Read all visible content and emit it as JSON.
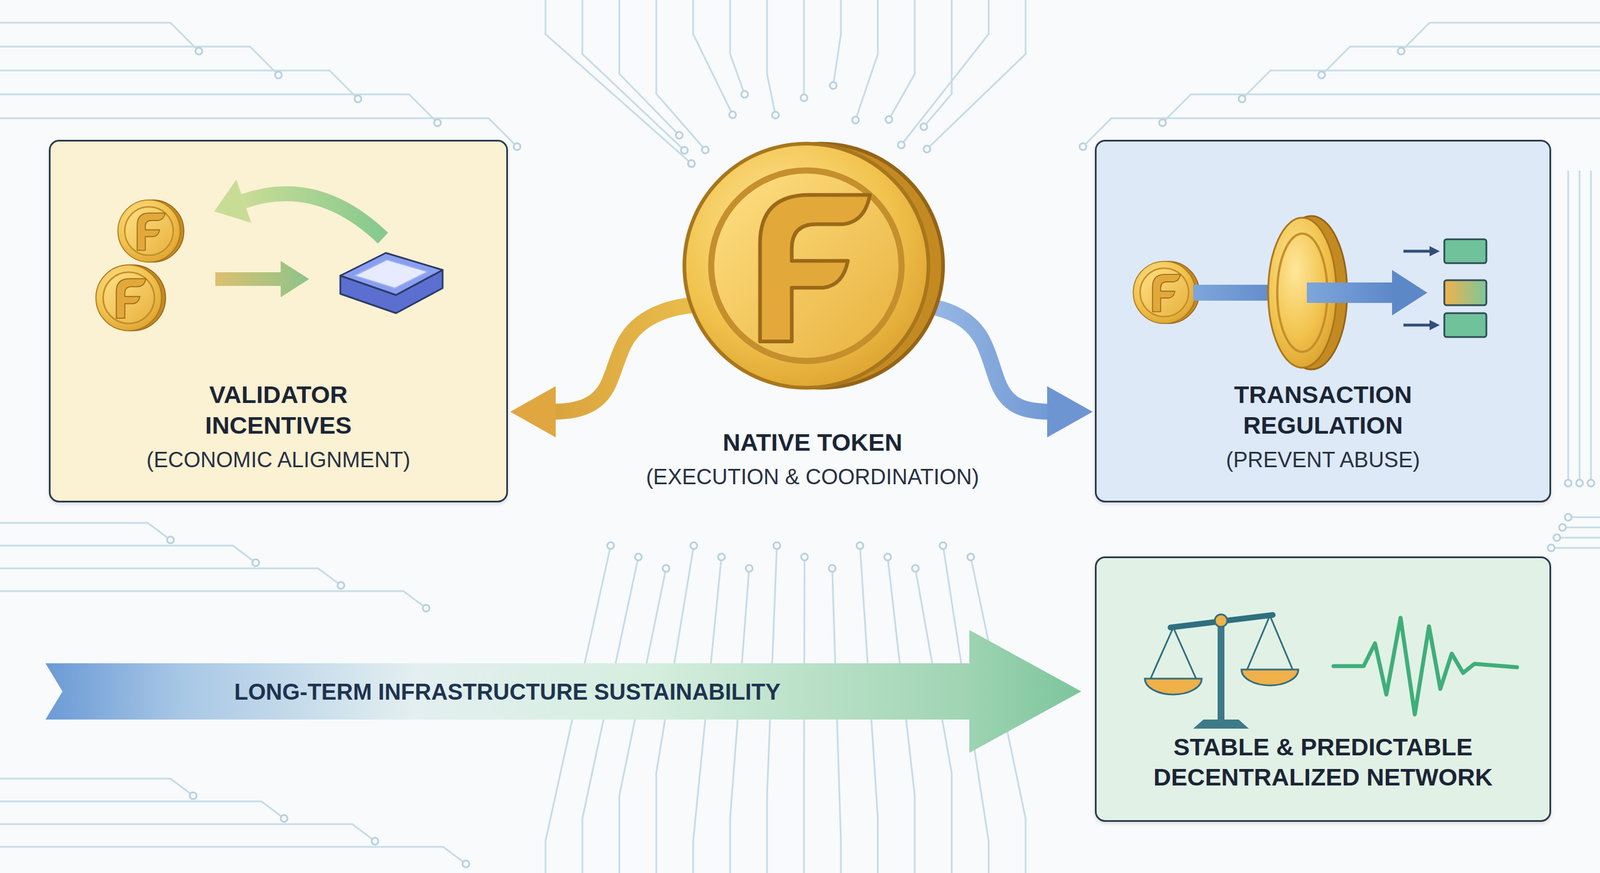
{
  "diagram": {
    "nodes": [
      {
        "text": [
          "VALIDATOR INCENTIVES",
          "(ECONOMIC ALIGNMENT)"
        ]
      },
      {
        "text": [
          "NATIVE TOKEN",
          "(EXECUTION & COORDINATION)"
        ]
      },
      {
        "text": [
          "TRANSACTION REGULATION",
          "(PREVENT ABUSE)"
        ]
      },
      {
        "text": [
          "LONG-TERM INFRASTRUCTURE SUSTAINABILITY"
        ]
      },
      {
        "text": [
          "STABLE & PREDICTABLE DECENTRALIZED NETWORK"
        ]
      }
    ],
    "edges": [
      {
        "from": 1,
        "to": 0,
        "arrow": "to"
      },
      {
        "from": 1,
        "to": 2,
        "arrow": "to"
      },
      {
        "from": 3,
        "to": 4,
        "arrow": "to"
      }
    ]
  }
}
